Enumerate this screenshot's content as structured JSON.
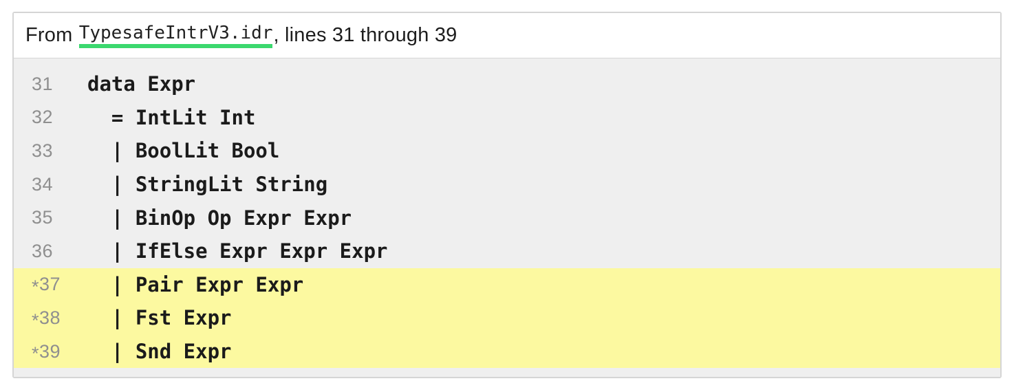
{
  "header": {
    "prefix": "From ",
    "filename": "TypesafeIntrV3.idr",
    "suffix": ", lines 31 through 39"
  },
  "colors": {
    "accent_green": "#3bd86e",
    "highlight_yellow": "#fcf9a0",
    "code_bg": "#efefef",
    "border": "#d5d5d5",
    "gutter_gray": "#8f8f8f",
    "code_text": "#1b1b1b"
  },
  "code": {
    "lines": [
      {
        "marker": "",
        "number": "31",
        "text": "data Expr",
        "highlighted": false
      },
      {
        "marker": "",
        "number": "32",
        "text": "  = IntLit Int",
        "highlighted": false
      },
      {
        "marker": "",
        "number": "33",
        "text": "  | BoolLit Bool",
        "highlighted": false
      },
      {
        "marker": "",
        "number": "34",
        "text": "  | StringLit String",
        "highlighted": false
      },
      {
        "marker": "",
        "number": "35",
        "text": "  | BinOp Op Expr Expr",
        "highlighted": false
      },
      {
        "marker": "",
        "number": "36",
        "text": "  | IfElse Expr Expr Expr",
        "highlighted": false
      },
      {
        "marker": "*",
        "number": "37",
        "text": "  | Pair Expr Expr",
        "highlighted": true
      },
      {
        "marker": "*",
        "number": "38",
        "text": "  | Fst Expr",
        "highlighted": true
      },
      {
        "marker": "*",
        "number": "39",
        "text": "  | Snd Expr",
        "highlighted": true
      }
    ]
  }
}
